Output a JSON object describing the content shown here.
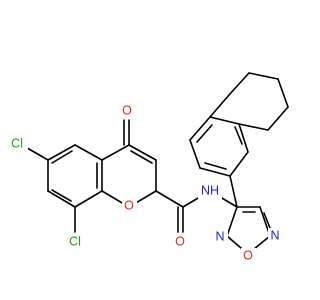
{
  "atoms": {
    "o_keto": "O",
    "cl_top": "Cl",
    "cl_bottom": "Cl",
    "o_ring": "O",
    "o_amide": "O",
    "nh": "NH",
    "n_right": "N",
    "n_left": "N",
    "o_furazan": "O"
  },
  "colors": {
    "bond": "#000000",
    "oxygen": "#e8231d",
    "nitrogen": "#1f1fe0",
    "chlorine": "#1f9e1f"
  }
}
